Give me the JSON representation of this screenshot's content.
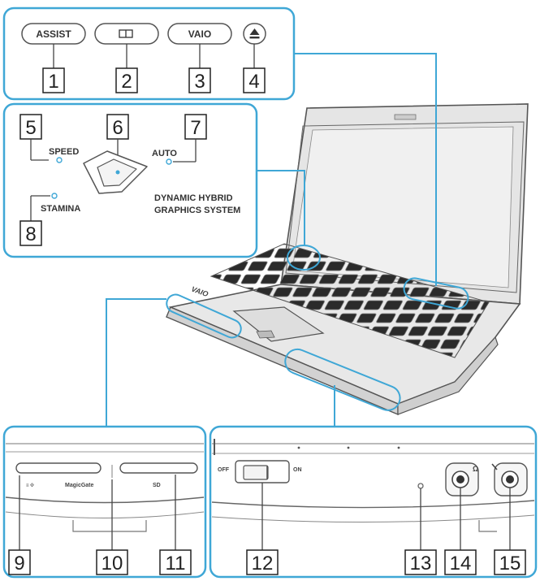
{
  "buttons": {
    "assist": "ASSIST",
    "vaio": "VAIO"
  },
  "switch_panel": {
    "speed": "SPEED",
    "auto": "AUTO",
    "stamina": "STAMINA",
    "system_line1": "DYNAMIC HYBRID",
    "system_line2": "GRAPHICS SYSTEM"
  },
  "front_left": {
    "slot_left_label": "MagicGate",
    "slot_right_label": "SD"
  },
  "front_right": {
    "off": "OFF",
    "on": "ON"
  },
  "callouts": [
    "1",
    "2",
    "3",
    "4",
    "5",
    "6",
    "7",
    "8",
    "9",
    "10",
    "11",
    "12",
    "13",
    "14",
    "15"
  ],
  "colors": {
    "frame": "#3fa7d6",
    "outline": "#555555",
    "key": "#2a2a2a",
    "led": "#3fa7d6"
  },
  "icons": {
    "eject": "eject-icon",
    "display_toggle": "display-toggle-icon",
    "headphone": "headphone-icon",
    "microphone": "microphone-icon"
  }
}
